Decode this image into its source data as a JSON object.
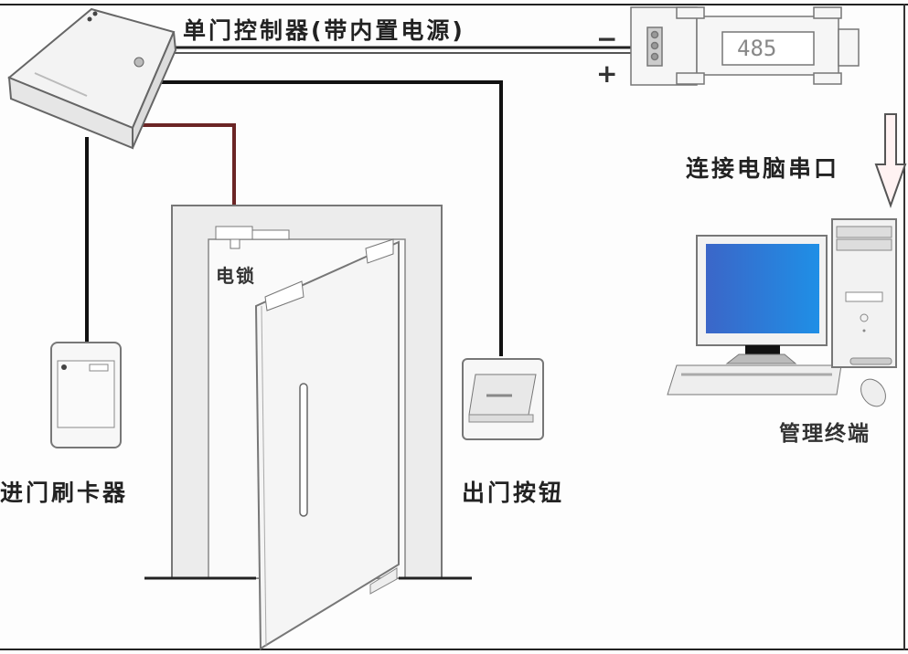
{
  "diagram": {
    "type": "access-control-wiring",
    "colors": {
      "wire": "#111111",
      "lock_wire": "#7a2a2a",
      "monitor_screen": "#2e7fd8",
      "device_fill": "#f2f2f2",
      "outline": "#555555"
    },
    "nodes": {
      "controller": {
        "label": "单门控制器(带内置电源)"
      },
      "converter": {
        "label": "485",
        "minus": "−",
        "plus": "+"
      },
      "pc_link": {
        "label": "连接电脑串口"
      },
      "terminal": {
        "label": "管理终端"
      },
      "lock": {
        "label": "电锁"
      },
      "card_reader": {
        "label": "进门刷卡器"
      },
      "exit_button": {
        "label": "出门按钮"
      }
    },
    "edges": [
      {
        "from": "controller",
        "to": "converter",
        "kind": "485 bus (twin wire)"
      },
      {
        "from": "controller",
        "to": "exit_button",
        "kind": "wire"
      },
      {
        "from": "controller",
        "to": "lock",
        "kind": "power wire (red)"
      },
      {
        "from": "controller",
        "to": "card_reader",
        "kind": "wire"
      },
      {
        "from": "converter",
        "to": "terminal",
        "kind": "arrow (serial port)"
      }
    ]
  }
}
